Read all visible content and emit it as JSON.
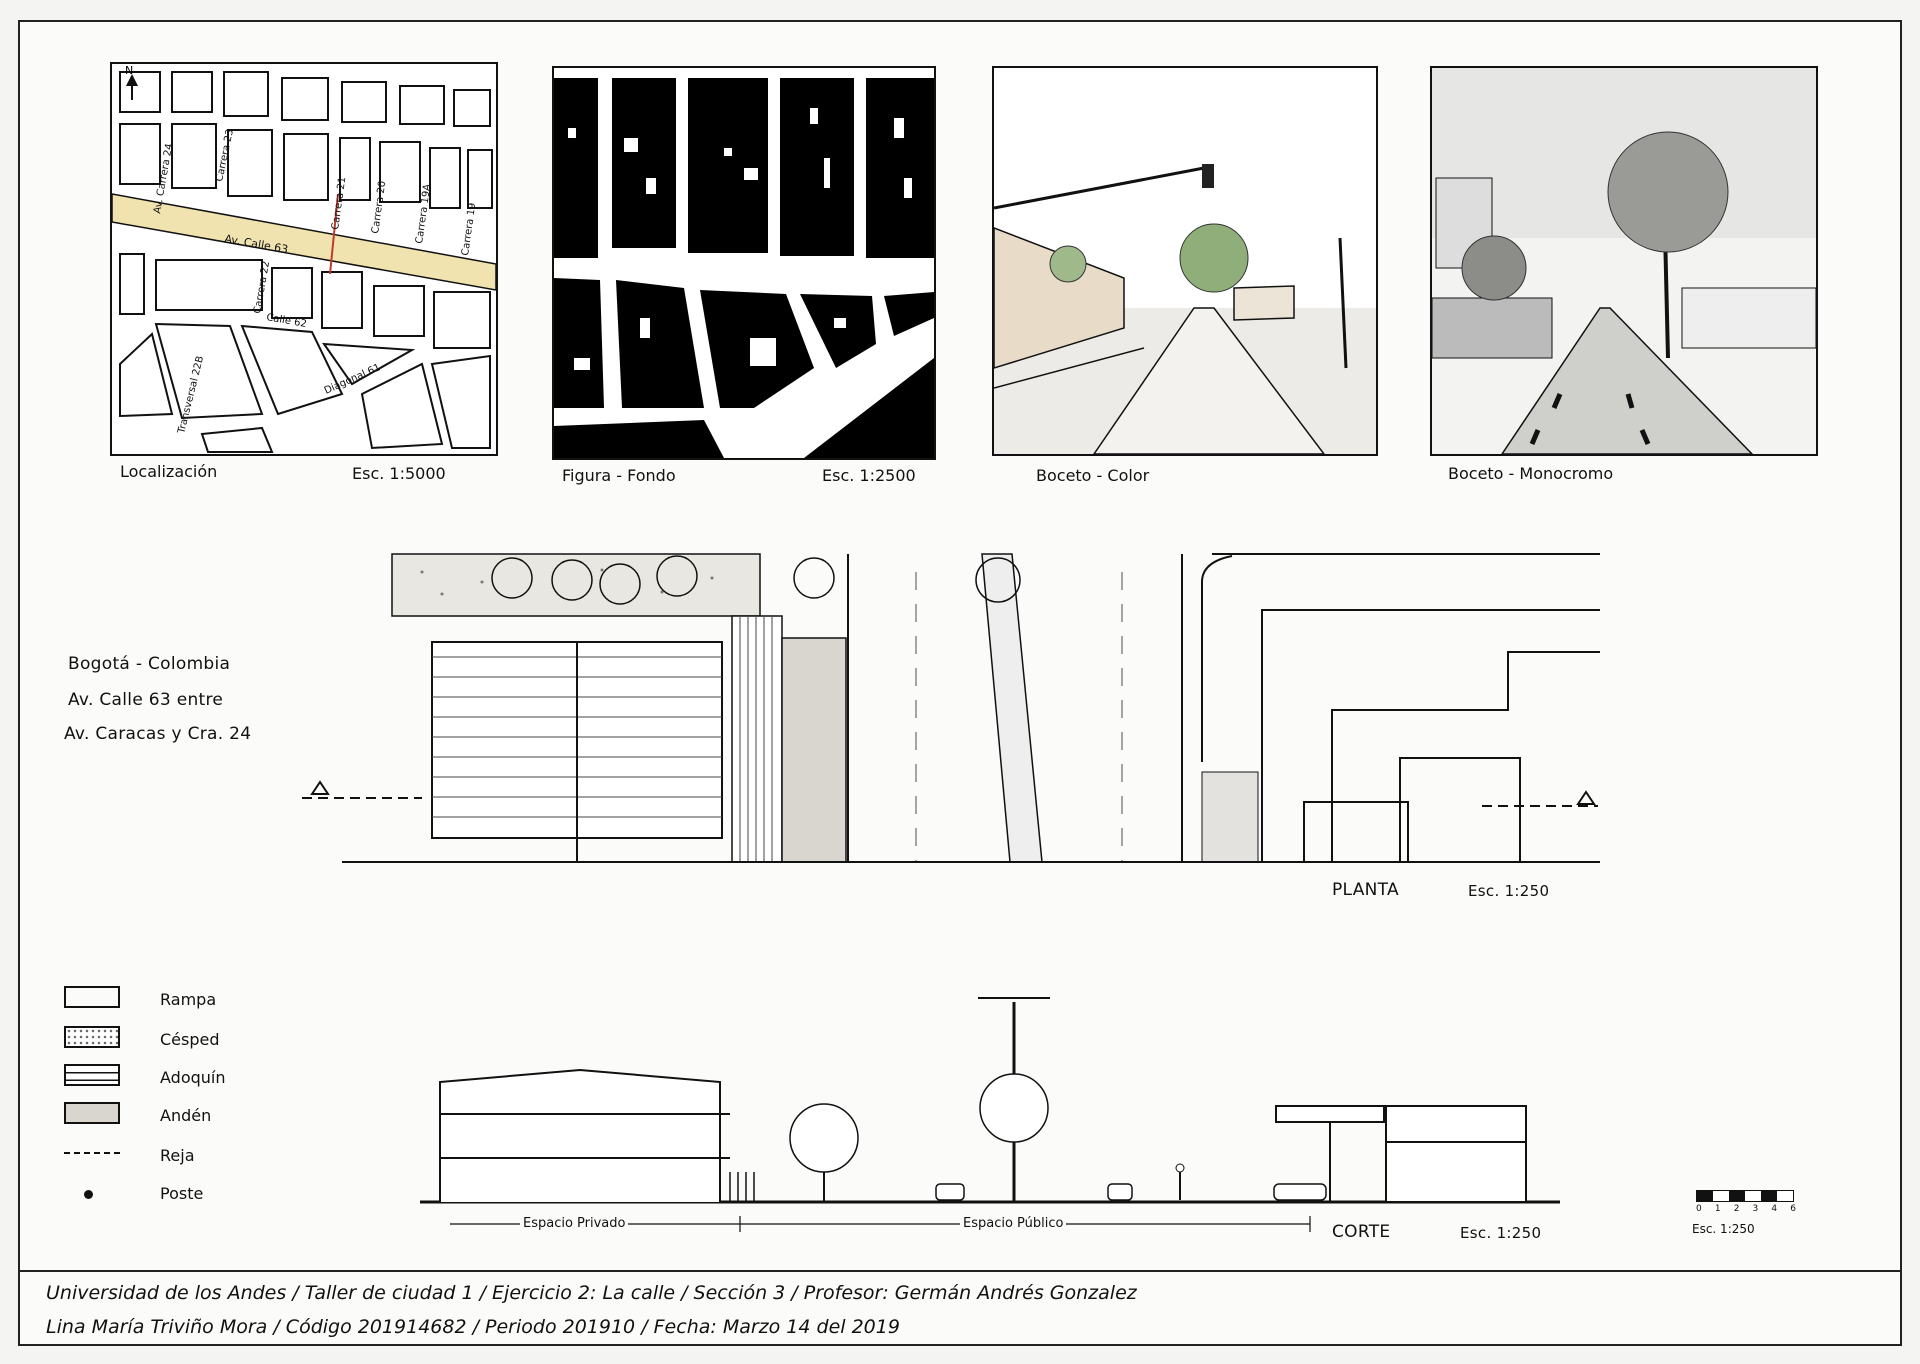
{
  "panels": {
    "location": {
      "caption": "Localización",
      "scale": "Esc. 1:5000",
      "north_label": "N",
      "streets": {
        "av_carrera_24": "Av. Carrera 24",
        "carrera_23": "Carrera 23",
        "carrera_21": "Carrera 21",
        "carrera_20": "Carrera 20",
        "carrera_19a": "Carrera 19A",
        "carrera_19": "Carrera 19",
        "av_calle_63": "Av. Calle 63",
        "carrera_22": "Carrera 22",
        "calle_62": "Calle 62",
        "diagonal_61": "Diagonal 61",
        "transversal_22b": "Transversal 22B"
      }
    },
    "figure_ground": {
      "caption": "Figura - Fondo",
      "scale": "Esc. 1:2500"
    },
    "sketch_color": {
      "caption": "Boceto - Color"
    },
    "sketch_mono": {
      "caption": "Boceto - Monocromo"
    }
  },
  "site": {
    "line1": "Bogotá - Colombia",
    "line2": "Av. Calle 63 entre",
    "line3": "Av. Caracas y Cra. 24"
  },
  "plan": {
    "title": "PLANTA",
    "scale": "Esc. 1:250"
  },
  "section": {
    "title": "CORTE",
    "scale": "Esc. 1:250",
    "private_label": "Espacio Privado",
    "public_label": "Espacio Público"
  },
  "graphic_scale": {
    "ticks": [
      "0",
      "1",
      "2",
      "3",
      "4",
      "6"
    ],
    "label": "Esc. 1:250"
  },
  "legend": [
    {
      "label": "Rampa",
      "pattern": "ramp"
    },
    {
      "label": "Césped",
      "pattern": "grass"
    },
    {
      "label": "Adoquín",
      "pattern": "paver"
    },
    {
      "label": "Andén",
      "pattern": "sidewalk"
    },
    {
      "label": "Reja",
      "pattern": "fence"
    },
    {
      "label": "Poste",
      "pattern": "post"
    }
  ],
  "footer": {
    "line1": "Universidad de los Andes / Taller de ciudad 1 / Ejercicio 2: La calle / Sección 3 / Profesor: Germán Andrés Gonzalez",
    "line2": "Lina María Triviño Mora / Código 201914682 / Periodo 201910 / Fecha: Marzo 14 del 2019"
  },
  "colors": {
    "ink": "#111111",
    "road_band": "#f1e3b0",
    "sidewalk": "#d9d6d0",
    "tree": "#8fae7a",
    "building": "#e8dcc8",
    "accent_line": "#c0392b"
  }
}
